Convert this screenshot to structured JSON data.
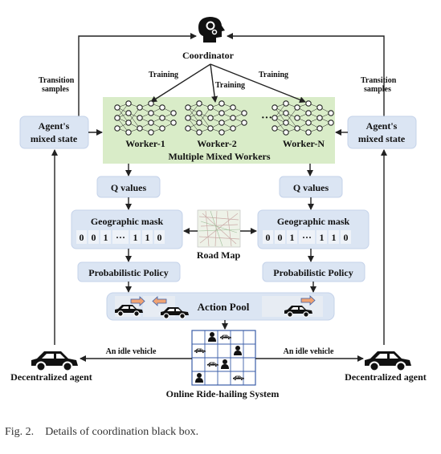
{
  "coordinator": {
    "label": "Coordinator",
    "icon": "brain-head-icon"
  },
  "training_labels": [
    "Training",
    "Training",
    "Training"
  ],
  "transition_samples": {
    "line1": "Transition",
    "line2": "samples"
  },
  "workers": {
    "items": [
      "Worker-1",
      "Worker-2",
      "Worker-N"
    ],
    "ellipsis": "···",
    "group_label": "Multiple Mixed  Workers"
  },
  "agent_state": {
    "line1": "Agent's",
    "line2": "mixed state"
  },
  "q_values": "Q values",
  "geo_mask": {
    "title": "Geographic mask",
    "bits": [
      "0",
      "0",
      "1",
      "···",
      "1",
      "1",
      "0"
    ]
  },
  "road_map": "Road Map",
  "policy": "Probabilistic Policy",
  "action_pool": "Action Pool",
  "idle_vehicle": "An idle vehicle",
  "decentralized_agent": "Decentralized agent",
  "system_label": "Online Ride-hailing System",
  "caption": {
    "fig": "Fig. 2.",
    "text": "Details of coordination black box."
  },
  "colors": {
    "box_fill": "#dbe5f3",
    "worker_panel": "#d9ecc8",
    "arrow_orange": "#f0a373",
    "grid_stroke": "#3b5ea8"
  }
}
